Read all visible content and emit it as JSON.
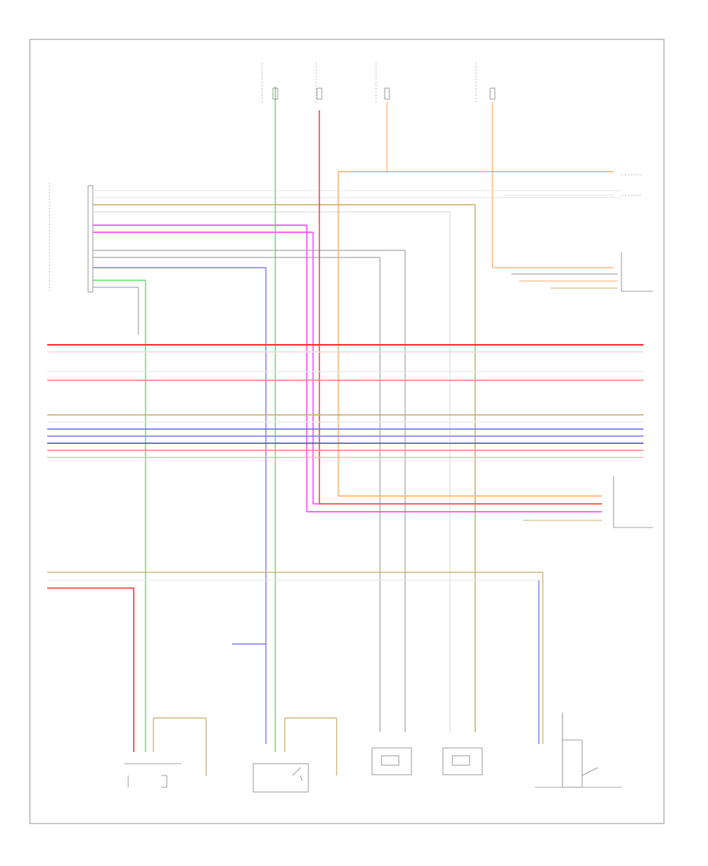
{
  "diagram": {
    "type": "wiring-diagram",
    "page_label": "",
    "components": [
      {
        "id": "fuse-top-1",
        "label": ""
      },
      {
        "id": "fuse-top-2",
        "label": ""
      },
      {
        "id": "fuse-top-3",
        "label": ""
      },
      {
        "id": "fuse-top-4",
        "label": ""
      },
      {
        "id": "control-module-left",
        "label": ""
      },
      {
        "id": "connector-right-upper",
        "label": ""
      },
      {
        "id": "connector-right-middle",
        "label": ""
      },
      {
        "id": "passenger-seat-switch",
        "label": ""
      },
      {
        "id": "passenger-seat-motor",
        "label": ""
      },
      {
        "id": "seat-heater-element-1",
        "label": ""
      },
      {
        "id": "seat-heater-element-2",
        "label": ""
      },
      {
        "id": "seat-belt-switch",
        "label": ""
      }
    ],
    "wire_colors": {
      "red": "#ff3b3b",
      "green": "#58d858",
      "magenta": "#ff44ff",
      "orange": "#ffb070",
      "tan": "#c8b070",
      "blue": "#7070ff",
      "gray": "#9a9a9a",
      "pink": "#ff9a9a",
      "lightgray": "#cfcfcf"
    }
  }
}
